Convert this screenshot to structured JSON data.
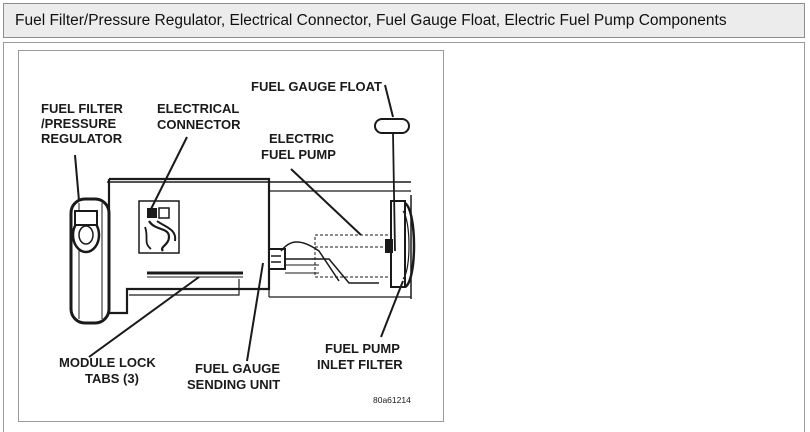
{
  "title": "Fuel Filter/Pressure Regulator, Electrical Connector, Fuel Gauge Float, Electric Fuel Pump Components",
  "diagram": {
    "labels": {
      "fuel_filter_1": "FUEL FILTER",
      "fuel_filter_2": "/PRESSURE",
      "fuel_filter_3": "REGULATOR",
      "electrical_connector_1": "ELECTRICAL",
      "electrical_connector_2": "CONNECTOR",
      "fuel_gauge_float": "FUEL GAUGE FLOAT",
      "electric_fuel_pump_1": "ELECTRIC",
      "electric_fuel_pump_2": "FUEL PUMP",
      "module_lock_tabs_1": "MODULE LOCK",
      "module_lock_tabs_2": "TABS (3)",
      "fuel_gauge_sending_unit_1": "FUEL GAUGE",
      "fuel_gauge_sending_unit_2": "SENDING UNIT",
      "fuel_pump_inlet_filter_1": "FUEL PUMP",
      "fuel_pump_inlet_filter_2": "INLET FILTER"
    },
    "figure_code": "80a61214"
  }
}
